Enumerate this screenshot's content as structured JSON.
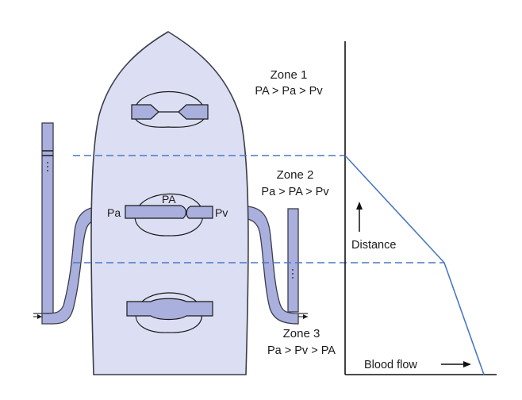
{
  "zones": [
    {
      "title": "Zone 1",
      "relation": "PA > Pa > Pv"
    },
    {
      "title": "Zone 2",
      "relation": "Pa > PA > Pv"
    },
    {
      "title": "Zone 3",
      "relation": "Pa > Pv > PA"
    }
  ],
  "vessel_labels": {
    "arterial": "Pa",
    "alveolar": "PA",
    "venous": "Pv"
  },
  "axis_labels": {
    "y": "Distance",
    "x": "Blood flow"
  },
  "colors": {
    "lung_fill": "#dcdff3",
    "lung_stroke": "#3c3c4a",
    "vessel_fill": "#aab0dd",
    "dashed_line": "#4a78c4",
    "flow_line": "#4a78c4",
    "axis": "#111111"
  }
}
